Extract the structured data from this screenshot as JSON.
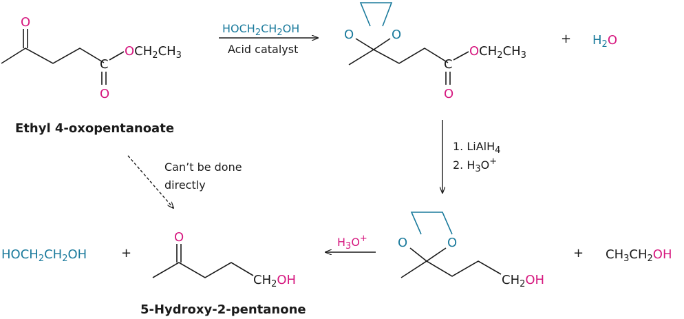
{
  "names": {
    "start": "Ethyl 4-oxopentanoate",
    "product": "5-Hydroxy-2-pentanone"
  },
  "atoms": {
    "o": "O",
    "c": "C",
    "ester_tail": [
      "O",
      "CH",
      "2",
      "CH",
      "3"
    ],
    "ch2oh": [
      "CH",
      "2",
      "OH"
    ]
  },
  "reagents": {
    "step1_top": [
      "HOCH",
      "2",
      "CH",
      "2",
      "OH"
    ],
    "step1_bottom": "Acid catalyst",
    "step2_line1": [
      "1. LiAlH",
      "4"
    ],
    "step2_line2": [
      "2. H",
      "3",
      "O",
      "+"
    ],
    "step3": [
      "H",
      "3",
      "O",
      "+"
    ],
    "no_route": [
      "Can’t be done",
      "directly"
    ]
  },
  "byproducts": {
    "plus": "+",
    "water": [
      "H",
      "2",
      "O"
    ],
    "ethanol": [
      "CH",
      "3",
      "CH",
      "2",
      "OH"
    ],
    "glycol": [
      "HOCH",
      "2",
      "CH",
      "2",
      "OH"
    ]
  },
  "colors": {
    "oxygen_accent": "#d6187f",
    "glycol_accent": "#1a7a9c",
    "ink": "#1a1a1a"
  }
}
